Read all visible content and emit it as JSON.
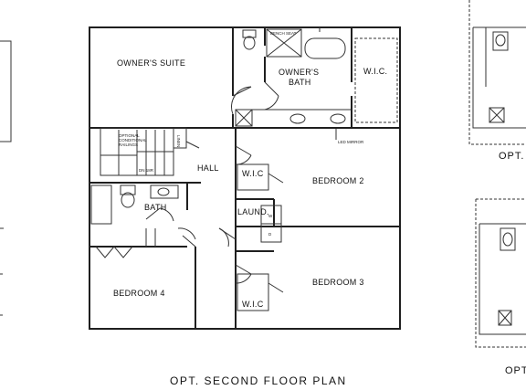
{
  "plan": {
    "rooms": {
      "owners_suite": "OWNER'S SUITE",
      "owners_bath_line1": "OWNER'S",
      "owners_bath_line2": "BATH",
      "wic_owner": "W.I.C.",
      "hall": "HALL",
      "wic_bedroom2": "W.I.C",
      "bedroom2": "BEDROOM 2",
      "laund": "LAUND.",
      "bath": "BATH",
      "bedroom4": "BEDROOM 4",
      "wic_bedroom3": "W.I.C",
      "bedroom3": "BEDROOM 3"
    },
    "notes": {
      "led_mirror": "LED MIRROR",
      "linen": "LINEN",
      "dn_18r": "DN 18R",
      "bench_seat": "BENCH SEAT",
      "stair_note_line1": "OPTIONAL",
      "stair_note_line2": "CONDITIONAL",
      "stair_note_line3": "RAILINGS",
      "dryer_mark": "D",
      "washer_mark": "W"
    },
    "caption": "OPT. SECOND FLOOR PLAN",
    "side_caption_right_top": "OPT.",
    "side_caption_right_bottom": "OPT."
  }
}
